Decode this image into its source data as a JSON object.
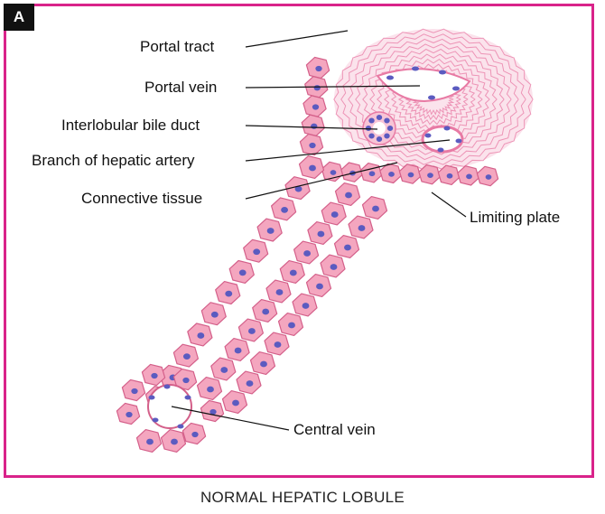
{
  "panel_label": "A",
  "labels": {
    "portal_tract": "Portal tract",
    "portal_vein": "Portal vein",
    "bile_duct": "Interlobular bile duct",
    "hepatic_artery": "Branch of hepatic artery",
    "connective_tissue": "Connective tissue",
    "limiting_plate": "Limiting plate",
    "central_vein": "Central vein"
  },
  "caption": "NORMAL HEPATIC LOBULE",
  "colors": {
    "frame": "#d9238a",
    "hepatocyte": "#f4a6bf",
    "hepatocyte_outline": "#d4608a",
    "nucleus": "#5b5bc0",
    "connective": "#e87aa4"
  }
}
